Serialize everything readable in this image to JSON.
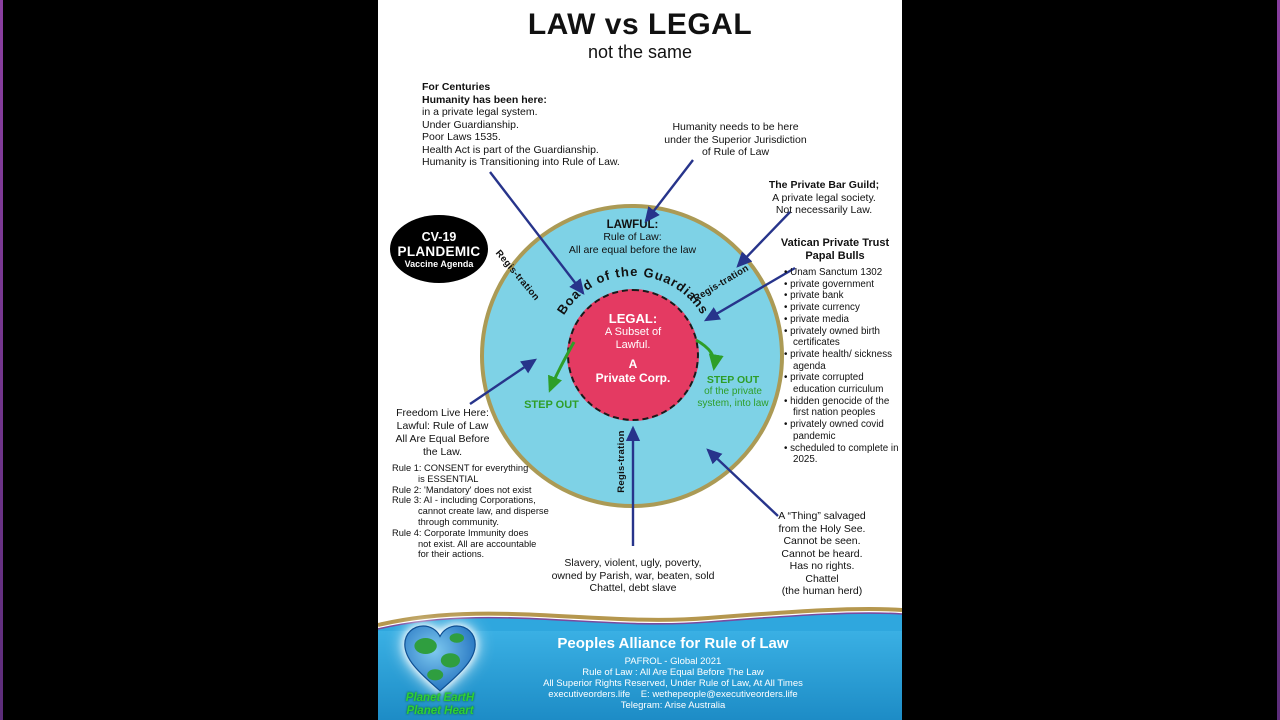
{
  "title": "LAW vs LEGAL",
  "subtitle": "not the same",
  "for_centuries": {
    "heading": "For Centuries\nHumanity has been here:",
    "body": "in a private legal system.\nUnder Guardianship.\nPoor Laws 1535.\nHealth Act is part of the Guardianship.\nHumanity is Transitioning into Rule of Law."
  },
  "humanity_needs": "Humanity needs to be here\nunder the Superior Jurisdiction\nof Rule of Law",
  "bar_guild": {
    "heading": "The Private Bar Guild;",
    "body": "A private legal society.\nNot necessarily Law."
  },
  "vatican": {
    "heading": "Vatican Private Trust\nPapal Bulls",
    "bullets": [
      "Unam Sanctum 1302",
      "private government",
      "private bank",
      "private currency",
      "private media",
      "privately owned birth certificates",
      "private health/ sickness agenda",
      "private corrupted education curriculum",
      "hidden genocide of the first nation peoples",
      "privately owned covid pandemic",
      "scheduled to complete in 2025."
    ]
  },
  "cv19": {
    "line1": "CV-19",
    "line2": "PLANDEMIC",
    "line3": "Vaccine Agenda"
  },
  "lawful": {
    "heading": "LAWFUL:",
    "body": "Rule of Law:\nAll are equal before the law"
  },
  "legal": {
    "arc_text": "Board of the Guardians",
    "heading": "LEGAL:",
    "body": "A Subset of\nLawful.",
    "footer": "A\nPrivate Corp."
  },
  "registration_labels": [
    "Regis-tration",
    "Regis-tration",
    "Regis-tration"
  ],
  "step_out": {
    "left": "STEP OUT",
    "right_title": "STEP OUT",
    "right_body": "of the private\nsystem, into law"
  },
  "freedom": "Freedom Live Here:\nLawful: Rule of Law\nAll Are Equal Before\nthe Law.",
  "rules": [
    {
      "text": "Rule 1: CONSENT for everything",
      "indent": false
    },
    {
      "text": "is ESSENTIAL",
      "indent": true
    },
    {
      "text": "Rule 2: 'Mandatory' does not exist",
      "indent": false
    },
    {
      "text": "Rule 3: AI - including Corporations,",
      "indent": false
    },
    {
      "text": "cannot create law, and disperse",
      "indent": true
    },
    {
      "text": "through community.",
      "indent": true
    },
    {
      "text": "Rule 4: Corporate Immunity does",
      "indent": false
    },
    {
      "text": "not exist. All are accountable",
      "indent": true
    },
    {
      "text": "for their actions.",
      "indent": true
    }
  ],
  "slavery": "Slavery, violent, ugly, poverty,\nowned by Parish, war, beaten, sold\nChattel, debt slave",
  "thing": "A “Thing” salvaged\nfrom the Holy See.\nCannot be seen.\nCannot be heard.\nHas no rights.\nChattel\n(the human herd)",
  "footer": {
    "org": "Peoples Alliance for Rule of Law",
    "line1": "PAFROL - Global 2021",
    "line2": "Rule of Law : All Are Equal Before The Law",
    "line3": "All Superior Rights Reserved, Under Rule of Law, At All Times",
    "line4": "executiveorders.life    E: wethepeople@executiveorders.life",
    "line5": "Telegram: Arise Australia",
    "logo_caption": "Planet EartH\nPlanet Heart"
  },
  "colors": {
    "circle_fill": "#7ed2e6",
    "circle_border": "#ab9a55",
    "legal_fill": "#e43a62",
    "arrow_blue": "#27348b",
    "green": "#2e9e28",
    "footer_blue": "#2aa9e0",
    "edge_purple": "#8a3fa0"
  }
}
